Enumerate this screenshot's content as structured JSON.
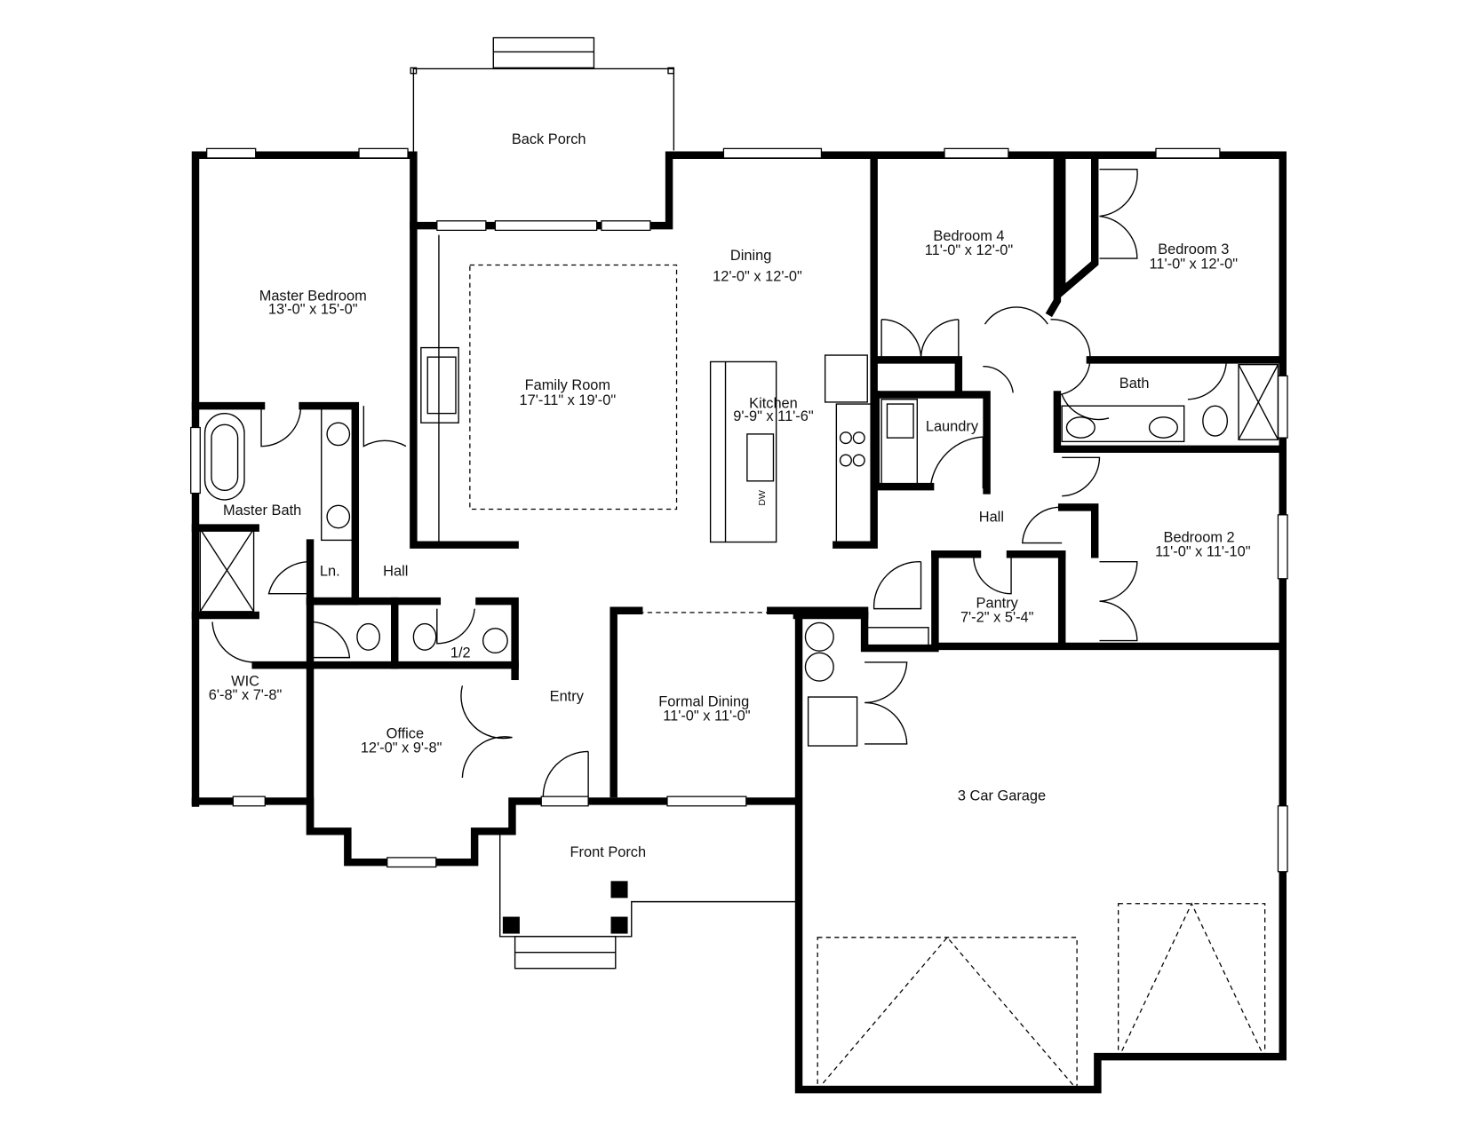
{
  "rooms": {
    "back_porch": {
      "name": "Back Porch"
    },
    "master_bedroom": {
      "name": "Master Bedroom",
      "size": "13'-0\" x 15'-0\""
    },
    "master_bath": {
      "name": "Master Bath"
    },
    "linen": {
      "name": "Ln."
    },
    "hall_west": {
      "name": "Hall"
    },
    "wic": {
      "name": "WIC",
      "size": "6'-8\" x 7'-8\""
    },
    "half_bath": {
      "name": "1/2"
    },
    "office": {
      "name": "Office",
      "size": "12'-0\" x 9'-8\""
    },
    "entry": {
      "name": "Entry"
    },
    "front_porch": {
      "name": "Front Porch"
    },
    "family_room": {
      "name": "Family Room",
      "size": "17'-11\" x 19'-0\""
    },
    "dining": {
      "name": "Dining",
      "size": "12'-0\" x 12'-0\""
    },
    "kitchen": {
      "name": "Kitchen",
      "size": "9'-9\" x 11'-6\""
    },
    "dishwasher": {
      "name": "DW"
    },
    "formal_dining": {
      "name": "Formal Dining",
      "size": "11'-0\" x 11'-0\""
    },
    "bedroom4": {
      "name": "Bedroom 4",
      "size": "11'-0\" x 12'-0\""
    },
    "bedroom3": {
      "name": "Bedroom 3",
      "size": "11'-0\" x 12'-0\""
    },
    "bath": {
      "name": "Bath"
    },
    "laundry": {
      "name": "Laundry"
    },
    "hall_east": {
      "name": "Hall"
    },
    "bedroom2": {
      "name": "Bedroom 2",
      "size": "11'-0\" x 11'-10\""
    },
    "pantry": {
      "name": "Pantry",
      "size": "7'-2\" x 5'-4\""
    },
    "garage": {
      "name": "3 Car Garage"
    }
  }
}
